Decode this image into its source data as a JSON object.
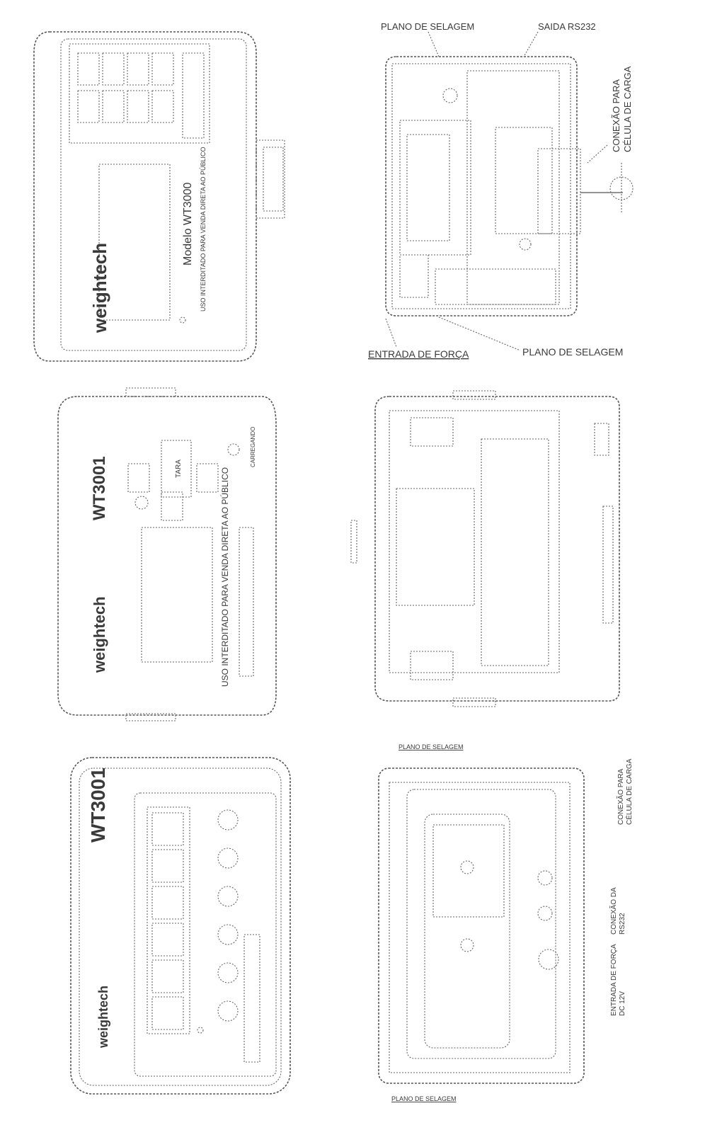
{
  "panel1": {
    "brand": "weightech",
    "model": "Modelo WT3000",
    "notice": "USO INTERDITADO PARA VENDA DIRETA AO PÚBLICO"
  },
  "panel2": {
    "plano_top": "PLANO DE SELAGEM",
    "saida": "SAIDA RS232",
    "conexao_line1": "CONEXÃO PARA",
    "conexao_line2": "CÉLULA DE CARGA",
    "entrada": "ENTRADA DE FORÇA",
    "plano_bottom": "PLANO DE SELAGEM"
  },
  "panel3": {
    "brand": "weightech",
    "model": "WT3001",
    "tara": "TARA",
    "carregando": "CARREGANDO",
    "notice": "USO INTERDITADO PARA VENDA DIRETA AO PÚBLICO"
  },
  "panel4": {
    "plano": "PLANO DE SELAGEM"
  },
  "panel5": {
    "brand": "weightech",
    "model": "WT3001"
  },
  "panel6": {
    "conexao_celula_line1": "CONEXÃO PARA",
    "conexao_celula_line2": "CÉLULA DE CARGA",
    "conexao_rs_line1": "CONEXÃO DA",
    "conexao_rs_line2": "RS232",
    "entrada_line1": "ENTRADA DE FORÇA",
    "entrada_line2": "DC 12V",
    "plano": "PLANO DE SELAGEM"
  }
}
